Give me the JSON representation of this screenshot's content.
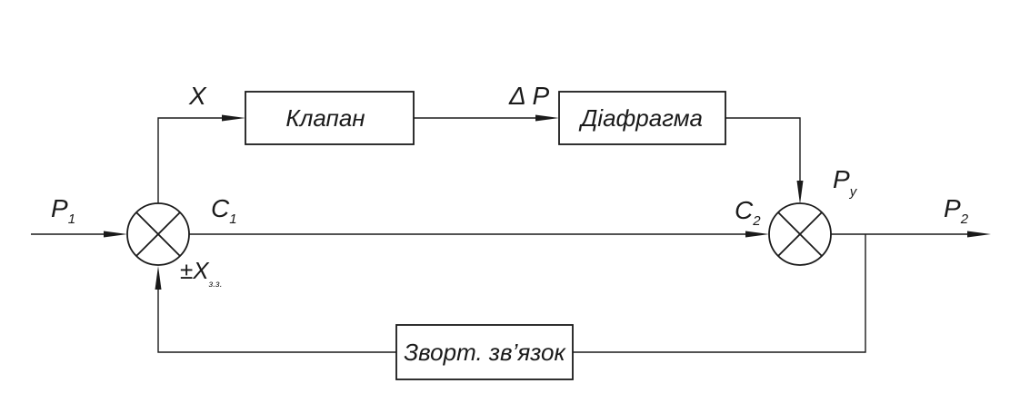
{
  "blocks": {
    "valve": "Клапан",
    "diaphragm": "Діафрагма",
    "feedback": "Зворт. зв’язок"
  },
  "signals": {
    "input": {
      "main": "P",
      "sub": "1"
    },
    "output": {
      "main": "P",
      "sub": "2"
    },
    "x": "X",
    "delta_p": "Δ P",
    "c1": {
      "main": "C",
      "sub": "1"
    },
    "c2": {
      "main": "C",
      "sub": "2"
    },
    "py": {
      "main": "P",
      "sub": "y"
    },
    "feedback_signal": {
      "main": "±X",
      "sub": "з.з."
    }
  }
}
